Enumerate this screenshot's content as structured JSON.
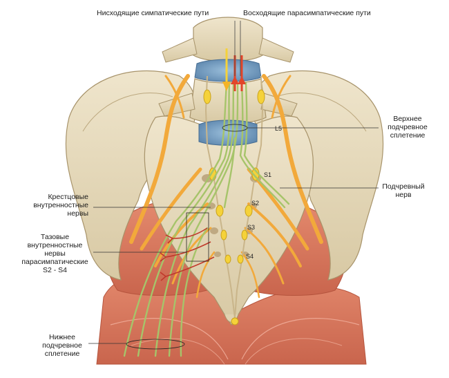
{
  "labels": {
    "descending_sympathetic": "Нисходящие симпатические пути",
    "ascending_parasympathetic": "Восходящие парасимпатические пути",
    "superior_hypogastric_plexus": [
      "Верхнее",
      "подчревное",
      "сплетение"
    ],
    "hypogastric_nerve": [
      "Подчревный",
      "нерв"
    ],
    "sacral_splanchnic_nerves": [
      "Крестцовые",
      "внутренностные",
      "нервы"
    ],
    "pelvic_splanchnic_nerves": [
      "Тазовые",
      "внутренностные",
      "нервы",
      "парасимпатические",
      "S2 - S4"
    ],
    "inferior_hypogastric_plexus": [
      "Нижнее",
      "подчревное",
      "сплетение"
    ]
  },
  "levels": {
    "l5": "L5",
    "s1": "S1",
    "s2": "S2",
    "s3": "S3",
    "s4": "S4"
  },
  "colors": {
    "bone": "#e8dcc0",
    "bone_shade": "#cdbd98",
    "disc": "#7fa6c8",
    "muscle": "#d9735a",
    "muscle_light": "#eb9a80",
    "sympathetic": "#a6c46a",
    "parasympathetic": "#c0392b",
    "nerve": "#f2a93b",
    "ganglion": "#f5d23a"
  }
}
